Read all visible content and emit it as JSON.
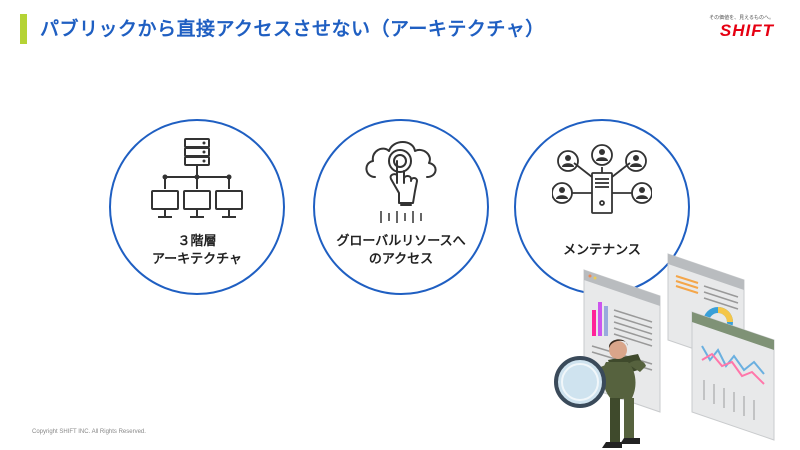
{
  "header": {
    "title": "パブリックから直接アクセスさせない（アーキテクチャ）",
    "accent_color": "#b5d335",
    "title_color": "#1f5fc2"
  },
  "logo": {
    "tagline": "その価値を、見えるものへ。",
    "name": "SHIFT",
    "color": "#e60012"
  },
  "cards": [
    {
      "icon": "server-network-icon",
      "label_lines": [
        "３階層",
        "アーキテクチャ"
      ]
    },
    {
      "icon": "cloud-touch-icon",
      "label_lines": [
        "グローバルリソースへ",
        "のアクセス"
      ]
    },
    {
      "icon": "server-users-icon",
      "label_lines": [
        "メンテナンス"
      ]
    }
  ],
  "illustration": {
    "icon": "analyst-magnifier-dashboards-illustration"
  },
  "footer": {
    "copyright": "Copyright SHIFT INC. All Rights Reserved."
  }
}
